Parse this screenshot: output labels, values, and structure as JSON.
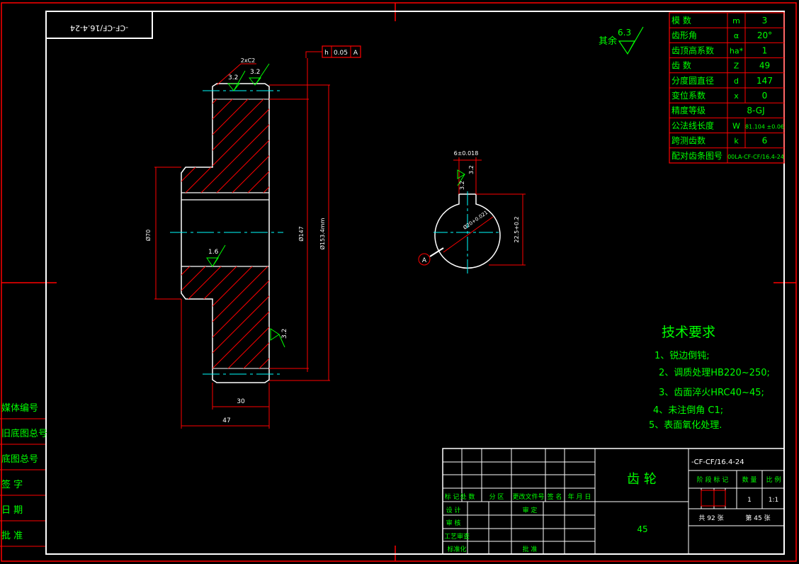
{
  "drawing_number": "-CF-CF/16.4-24",
  "gear_table": {
    "rows": [
      {
        "name": "模 数",
        "symbol": "m",
        "value": "3"
      },
      {
        "name": "齿形角",
        "symbol": "α",
        "value": "20°"
      },
      {
        "name": "齿顶高系数",
        "symbol": "ha*",
        "value": "1"
      },
      {
        "name": "齿 数",
        "symbol": "Z",
        "value": "49"
      },
      {
        "name": "分度圆直径",
        "symbol": "d",
        "value": "147"
      },
      {
        "name": "变位系数",
        "symbol": "x",
        "value": "0"
      },
      {
        "name": "精度等级",
        "symbol": "",
        "value": "8-GJ"
      },
      {
        "name": "公法线长度",
        "symbol": "W",
        "value": "81.104 ±0.06"
      },
      {
        "name": "跨测齿数",
        "symbol": "k",
        "value": "6"
      },
      {
        "name": "配对齿条图号",
        "symbol": "",
        "value": "00LA-CF-CF/16.4-24"
      }
    ]
  },
  "surface_note": {
    "prefix": "其余",
    "value": "6.3"
  },
  "tolerance_frame": {
    "symbol": "h",
    "value": "0.05",
    "datum": "A"
  },
  "dimensions": {
    "chamfer": "2xC2",
    "roughness_top_left": "3.2",
    "roughness_top_right": "3.2",
    "roughness_bore": "1.6",
    "roughness_face": "3.2",
    "bore_diameter": "Ø70",
    "pitch_diameter": "Ø147",
    "tip_diameter": "Ø153.4mm",
    "hub_width": "30",
    "total_width": "47",
    "keyway_width": "6±0.018",
    "keyway_rough_1": "3.2",
    "keyway_rough_2": "3.2",
    "keyway_depth": "22.5+0.2",
    "hole_diameter": "Ø20+0.021",
    "datum_label": "A"
  },
  "tech_req": {
    "title": "技术要求",
    "items": [
      "1、锐边倒钝;",
      "2、调质处理HB220~250;",
      "3、齿面淬火HRC40~45;",
      "4、未注倒角 C1;",
      "5、表面氧化处理."
    ]
  },
  "left_strip": {
    "items": [
      "媒体编号",
      "旧底图总号",
      "底图总号",
      "签 字",
      "日 期",
      "批 准"
    ]
  },
  "title_block": {
    "part_name": "齿 轮",
    "code": "-CF-CF/16.4-24",
    "material": "45",
    "header_labels": [
      "标 记",
      "处 数",
      "分 区",
      "更改文件号",
      "签 名",
      "年 月 日"
    ],
    "role_labels": [
      "设 计",
      "审 核",
      "工艺审查",
      "标准化"
    ],
    "review_label": "审 定",
    "approve_label": "批 准",
    "stage_label": "阶 段 标 记",
    "weight_label": "数 量",
    "scale_label": "比 例",
    "quantity": "1",
    "scale": "1:1",
    "total_sheets": "共 92 张",
    "sheet_no": "第 45 张"
  },
  "colors": {
    "frame": "#ffffff",
    "accent": "#ff0000",
    "text": "#00ff00",
    "hatch": "#ff0000",
    "center": "#00ffff"
  }
}
